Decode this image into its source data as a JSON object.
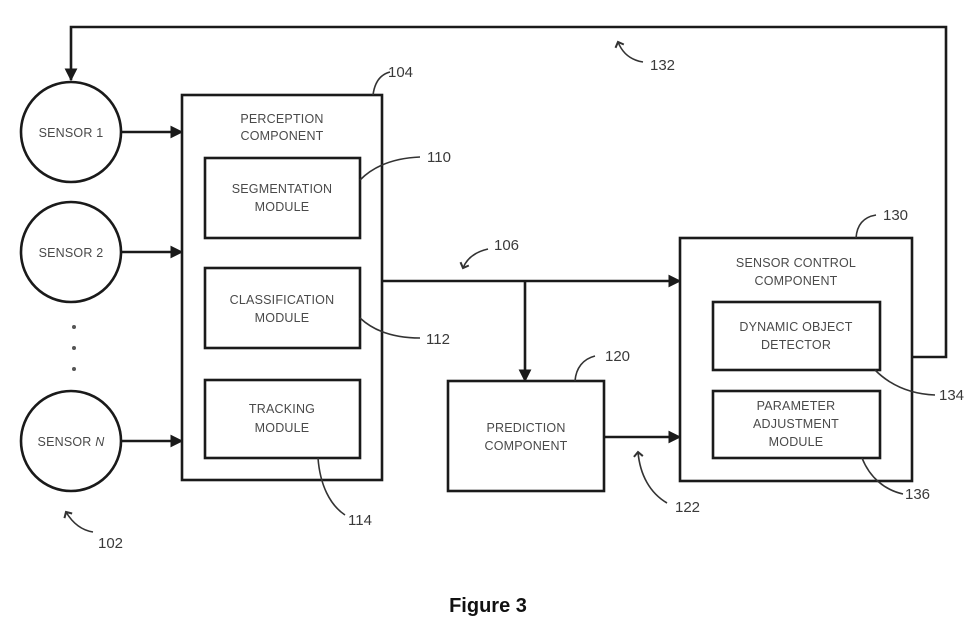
{
  "figure": {
    "caption": "Figure 3"
  },
  "sensors": {
    "items": [
      {
        "label_main": "SENSOR ",
        "label_suffix": "1"
      },
      {
        "label_main": "SENSOR ",
        "label_suffix": "2"
      },
      {
        "label_main": "SENSOR ",
        "label_suffix": "N"
      }
    ],
    "ellipsis": "• • •",
    "ref": "102"
  },
  "perception": {
    "title_line1": "PERCEPTION",
    "title_line2": "COMPONENT",
    "ref": "104",
    "modules": [
      {
        "line1": "SEGMENTATION",
        "line2": "MODULE",
        "ref": "110"
      },
      {
        "line1": "CLASSIFICATION",
        "line2": "MODULE",
        "ref": "112"
      },
      {
        "line1": "TRACKING",
        "line2": "MODULE",
        "ref": "114"
      }
    ]
  },
  "perception_output": {
    "ref": "106"
  },
  "prediction": {
    "line1": "PREDICTION",
    "line2": "COMPONENT",
    "ref": "120",
    "output_ref": "122"
  },
  "sensor_control": {
    "title_line1": "SENSOR CONTROL",
    "title_line2": "COMPONENT",
    "ref": "130",
    "modules": [
      {
        "line1": "DYNAMIC OBJECT",
        "line2": "DETECTOR",
        "ref": "134"
      },
      {
        "line1": "PARAMETER",
        "line2": "ADJUSTMENT",
        "line3": "MODULE",
        "ref": "136"
      }
    ]
  },
  "feedback": {
    "ref": "132"
  }
}
